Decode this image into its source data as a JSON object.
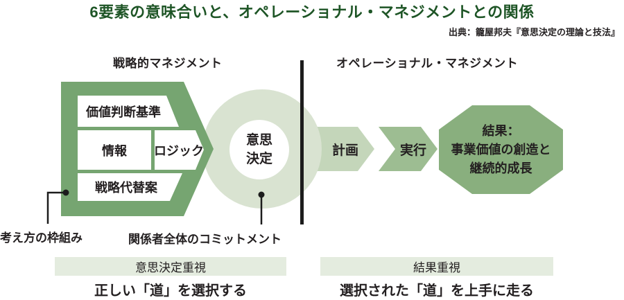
{
  "title": "6要素の意味合いと、オペレーショナル・マネジメントとの関係",
  "source": "出典：籠屋邦夫『意思決定の理論と技法』",
  "sections": {
    "strategic": "戦略的マネジメント",
    "operational": "オペレーショナル・マネジメント"
  },
  "framework": {
    "criteria": "価値判断基準",
    "info": "情報",
    "logic": "ロジック",
    "alternatives": "戦略代替案"
  },
  "decision": {
    "line1": "意思",
    "line2": "決定"
  },
  "process": {
    "plan": "計画",
    "execute": "実行"
  },
  "result": {
    "line1": "結果：",
    "line2": "事業価値の創造と",
    "line3": "継続的成長"
  },
  "annotations": {
    "framework_note": "考え方の枠組み",
    "commitment_note": "関係者全体のコミットメント"
  },
  "summary": {
    "left": {
      "badge": "意思決定重視",
      "caption": "正しい「道」を選択する"
    },
    "right": {
      "badge": "結果重視",
      "caption": "選択された「道」を上手に走る"
    }
  },
  "colors": {
    "title_green": "#1e5526",
    "framework_arrow_green": "#76a571",
    "decision_circle_green": "#d9e3d1",
    "plan_green": "#c4d6ba",
    "execute_green": "#9dbd92",
    "result_green": "#89af7e",
    "summary_bar_green": "#e4ecdf",
    "line_black": "#1c1c1c",
    "text_black": "#231f20"
  }
}
